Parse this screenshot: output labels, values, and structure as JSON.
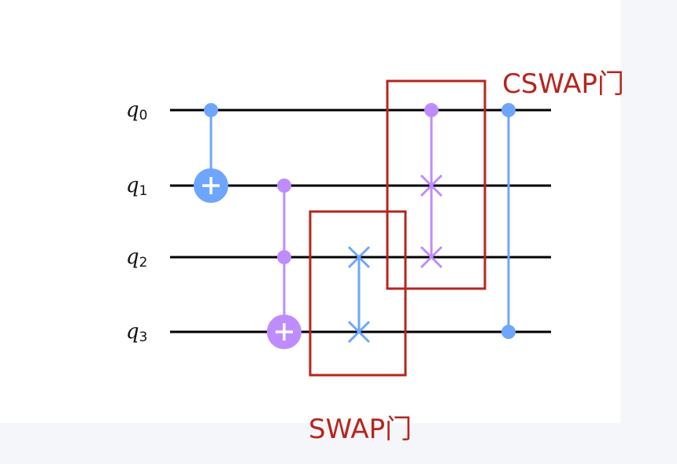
{
  "circuit": {
    "qubits": [
      {
        "name": "q",
        "index": "0"
      },
      {
        "name": "q",
        "index": "1"
      },
      {
        "name": "q",
        "index": "2"
      },
      {
        "name": "q",
        "index": "3"
      }
    ],
    "gates": [
      {
        "type": "cx",
        "control": 0,
        "target": 1,
        "color": "#6ea6ff"
      },
      {
        "type": "ccx",
        "controls": [
          1,
          2
        ],
        "target": 3,
        "color": "#be8cff"
      },
      {
        "type": "swap",
        "qubits": [
          2,
          3
        ],
        "color": "#6ea6ff"
      },
      {
        "type": "cswap",
        "control": 0,
        "targets": [
          1,
          2
        ],
        "color": "#be8cff"
      },
      {
        "type": "cz",
        "qubits": [
          0,
          3
        ],
        "color": "#6ea6ff"
      }
    ],
    "wire_color": "#000000"
  },
  "annotations": {
    "swap_label": "SWAP门",
    "cswap_label": "CSWAP门",
    "box_color": "#b5261d"
  }
}
